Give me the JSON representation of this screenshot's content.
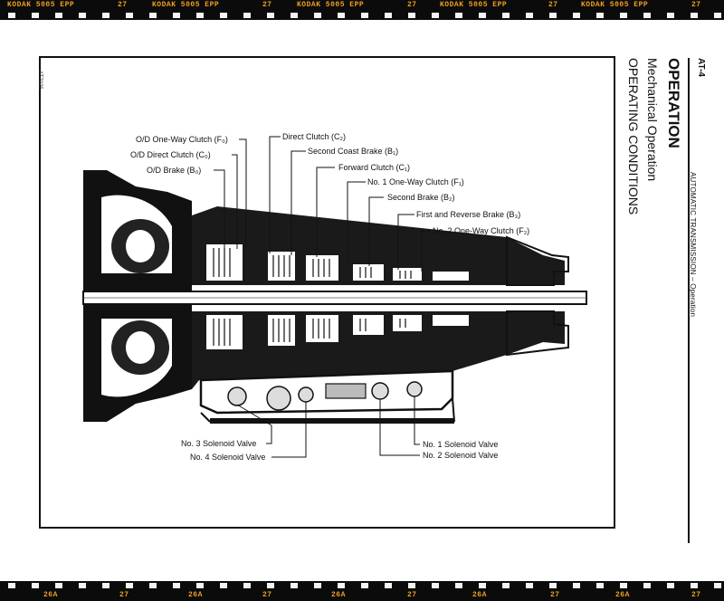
{
  "film_strip": {
    "top_items": [
      "KODAK 5005 EPP",
      "27",
      "KODAK 5005 EPP",
      "27",
      "KODAK 5005 EPP",
      "27",
      "KODAK 5005 EPP",
      "27",
      "KODAK 5005 EPP",
      "27"
    ],
    "bottom_items": [
      "27",
      "26A",
      "27",
      "26A",
      "27",
      "26A",
      "27",
      "26A",
      "27",
      "26A"
    ]
  },
  "figure": {
    "code": "AT7025",
    "labels": {
      "od_one_way_clutch": "O/D One-Way Clutch (F₀)",
      "od_direct_clutch": "O/D Direct Clutch (C₀)",
      "od_brake": "O/D Brake (B₀)",
      "direct_clutch": "Direct Clutch (C₂)",
      "second_coast_brake": "Second Coast Brake (B₁)",
      "forward_clutch": "Forward Clutch (C₁)",
      "no1_one_way_clutch": "No. 1 One-Way Clutch (F₁)",
      "second_brake": "Second Brake (B₂)",
      "first_reverse_brake": "First and Reverse Brake (B₃)",
      "no2_one_way_clutch": "No. 2 One-Way Clutch (F₂)",
      "no3_solenoid": "No. 3 Solenoid Valve",
      "no4_solenoid": "No. 4 Solenoid Valve",
      "no1_solenoid": "No. 1 Solenoid Valve",
      "no2_solenoid": "No. 2 Solenoid Valve"
    }
  },
  "side_text": {
    "page_ref": "AT-4",
    "section": "OPERATION",
    "subsection": "Mechanical Operation",
    "heading": "OPERATING CONDITIONS",
    "running_header": "AUTOMATIC TRANSMISSION  –  Operation"
  }
}
